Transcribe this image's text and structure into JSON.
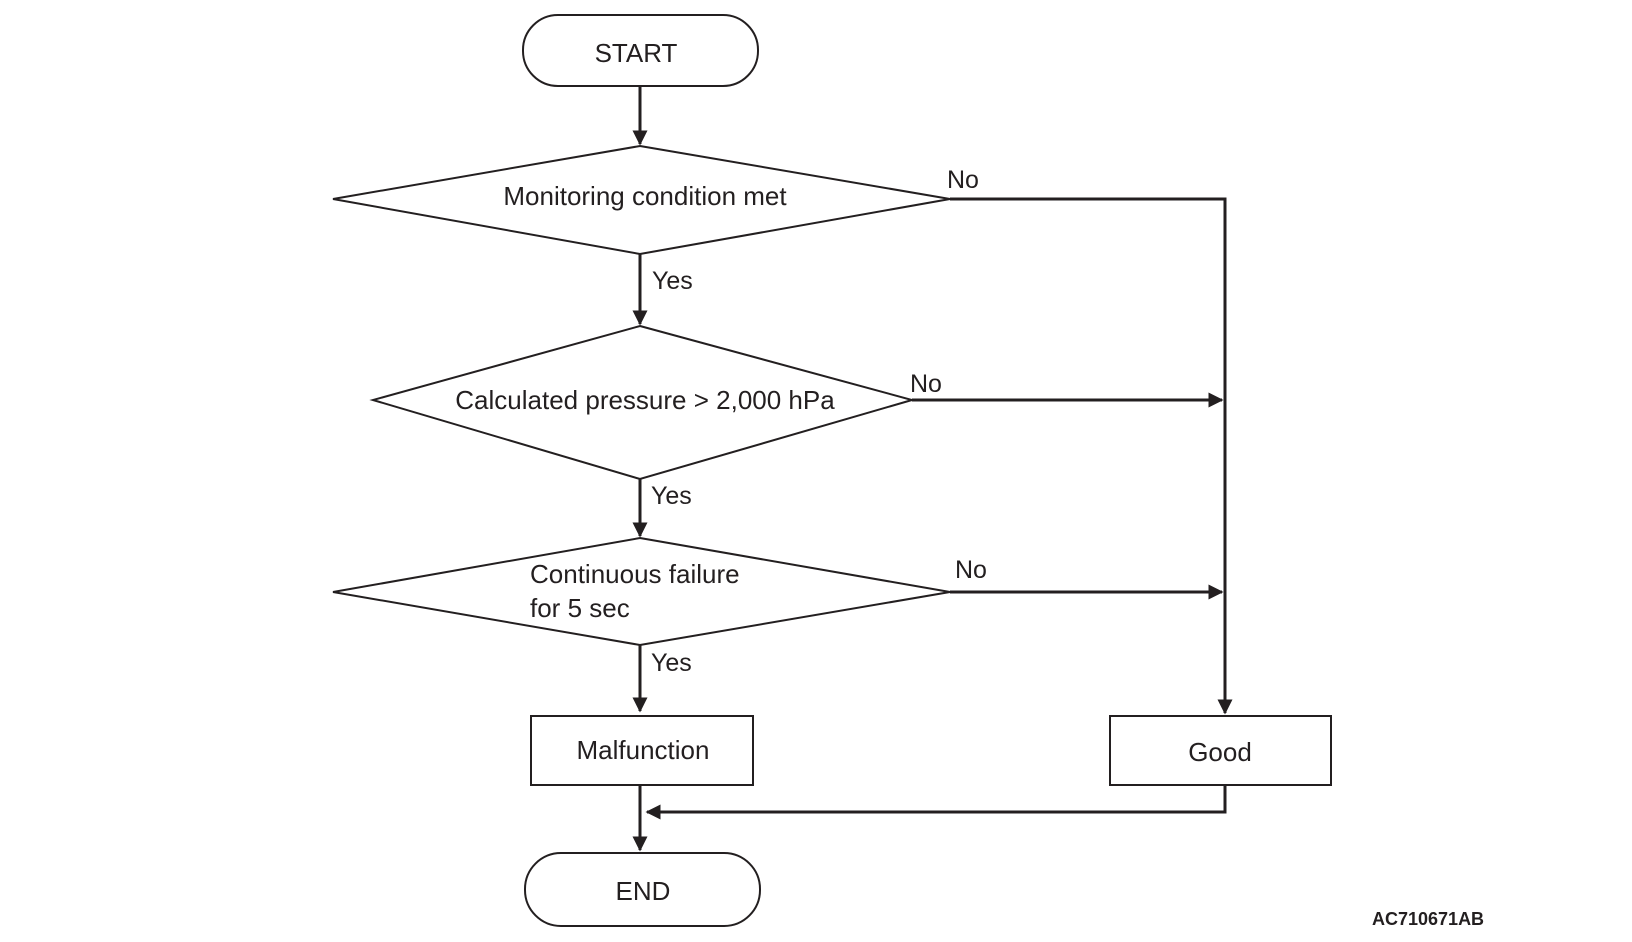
{
  "flowchart": {
    "nodes": {
      "start": {
        "label": "START",
        "shape": "terminal"
      },
      "monitoring": {
        "label": "Monitoring condition met",
        "shape": "decision"
      },
      "pressure": {
        "label": "Calculated pressure > 2,000 hPa",
        "shape": "decision"
      },
      "continuous": {
        "label_line1": "Continuous failure",
        "label_line2": "for 5 sec",
        "shape": "decision"
      },
      "malfunction": {
        "label": "Malfunction",
        "shape": "process"
      },
      "good": {
        "label": "Good",
        "shape": "process"
      },
      "end": {
        "label": "END",
        "shape": "terminal"
      }
    },
    "edges": {
      "monitoring_yes": "Yes",
      "monitoring_no": "No",
      "pressure_yes": "Yes",
      "pressure_no": "No",
      "continuous_yes": "Yes",
      "continuous_no": "No"
    },
    "figure_code": "AC710671AB"
  }
}
